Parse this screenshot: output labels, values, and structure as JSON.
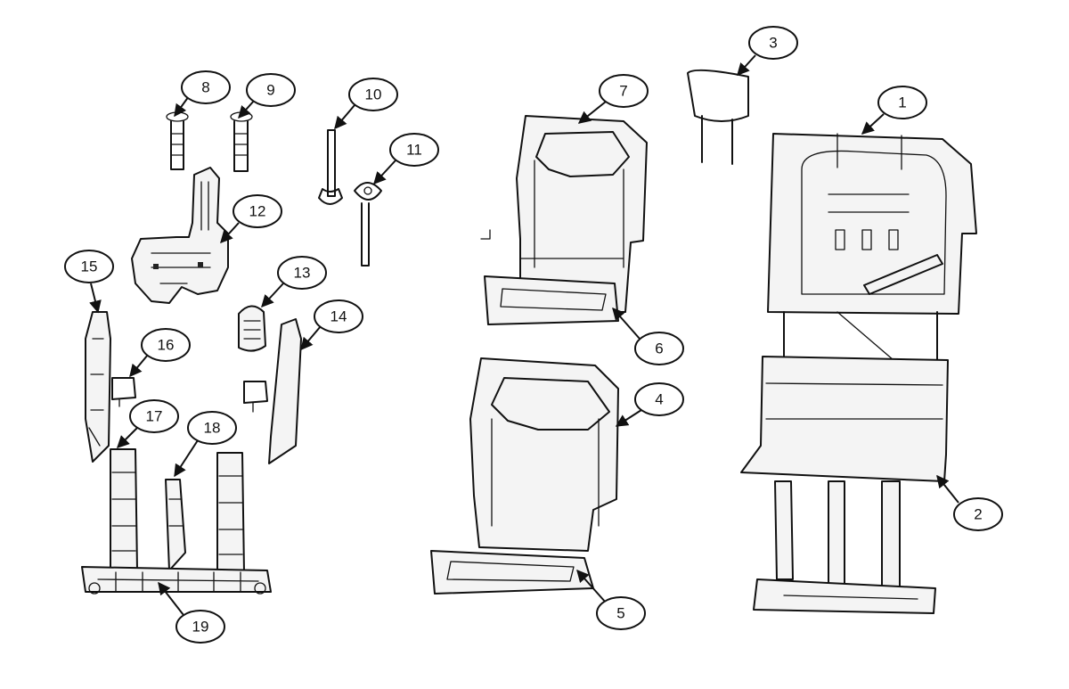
{
  "callouts": [
    {
      "num": "1"
    },
    {
      "num": "2"
    },
    {
      "num": "3"
    },
    {
      "num": "4"
    },
    {
      "num": "5"
    },
    {
      "num": "6"
    },
    {
      "num": "7"
    },
    {
      "num": "8"
    },
    {
      "num": "9"
    },
    {
      "num": "10"
    },
    {
      "num": "11"
    },
    {
      "num": "12"
    },
    {
      "num": "13"
    },
    {
      "num": "14"
    },
    {
      "num": "15"
    },
    {
      "num": "16"
    },
    {
      "num": "17"
    },
    {
      "num": "18"
    },
    {
      "num": "19"
    }
  ],
  "colors": {
    "line": "#111111",
    "background": "#ffffff"
  }
}
